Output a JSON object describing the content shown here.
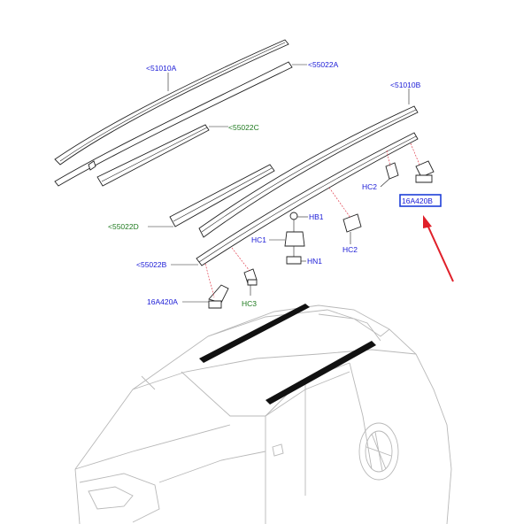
{
  "diagram": {
    "labels": {
      "l51010A": "<51010A",
      "l55022A": "<55022A",
      "l55022C": "<55022C",
      "l55022D": "<55022D",
      "l51010B": "<51010B",
      "l55022B": "<55022B",
      "l16A420A": "16A420A",
      "l16A420B": "16A420B",
      "lHC2a": "HC2",
      "lHC2b": "HC2",
      "lHB1": "HB1",
      "lHC1": "HC1",
      "lHN1": "HN1",
      "lHC3": "HC3"
    },
    "colors": {
      "blue_label": "#1a1ad6",
      "green_label": "#1f7a1f",
      "highlight_box": "#1e3fd8",
      "arrow": "#e0202a"
    },
    "highlighted_part": "16A420B"
  }
}
